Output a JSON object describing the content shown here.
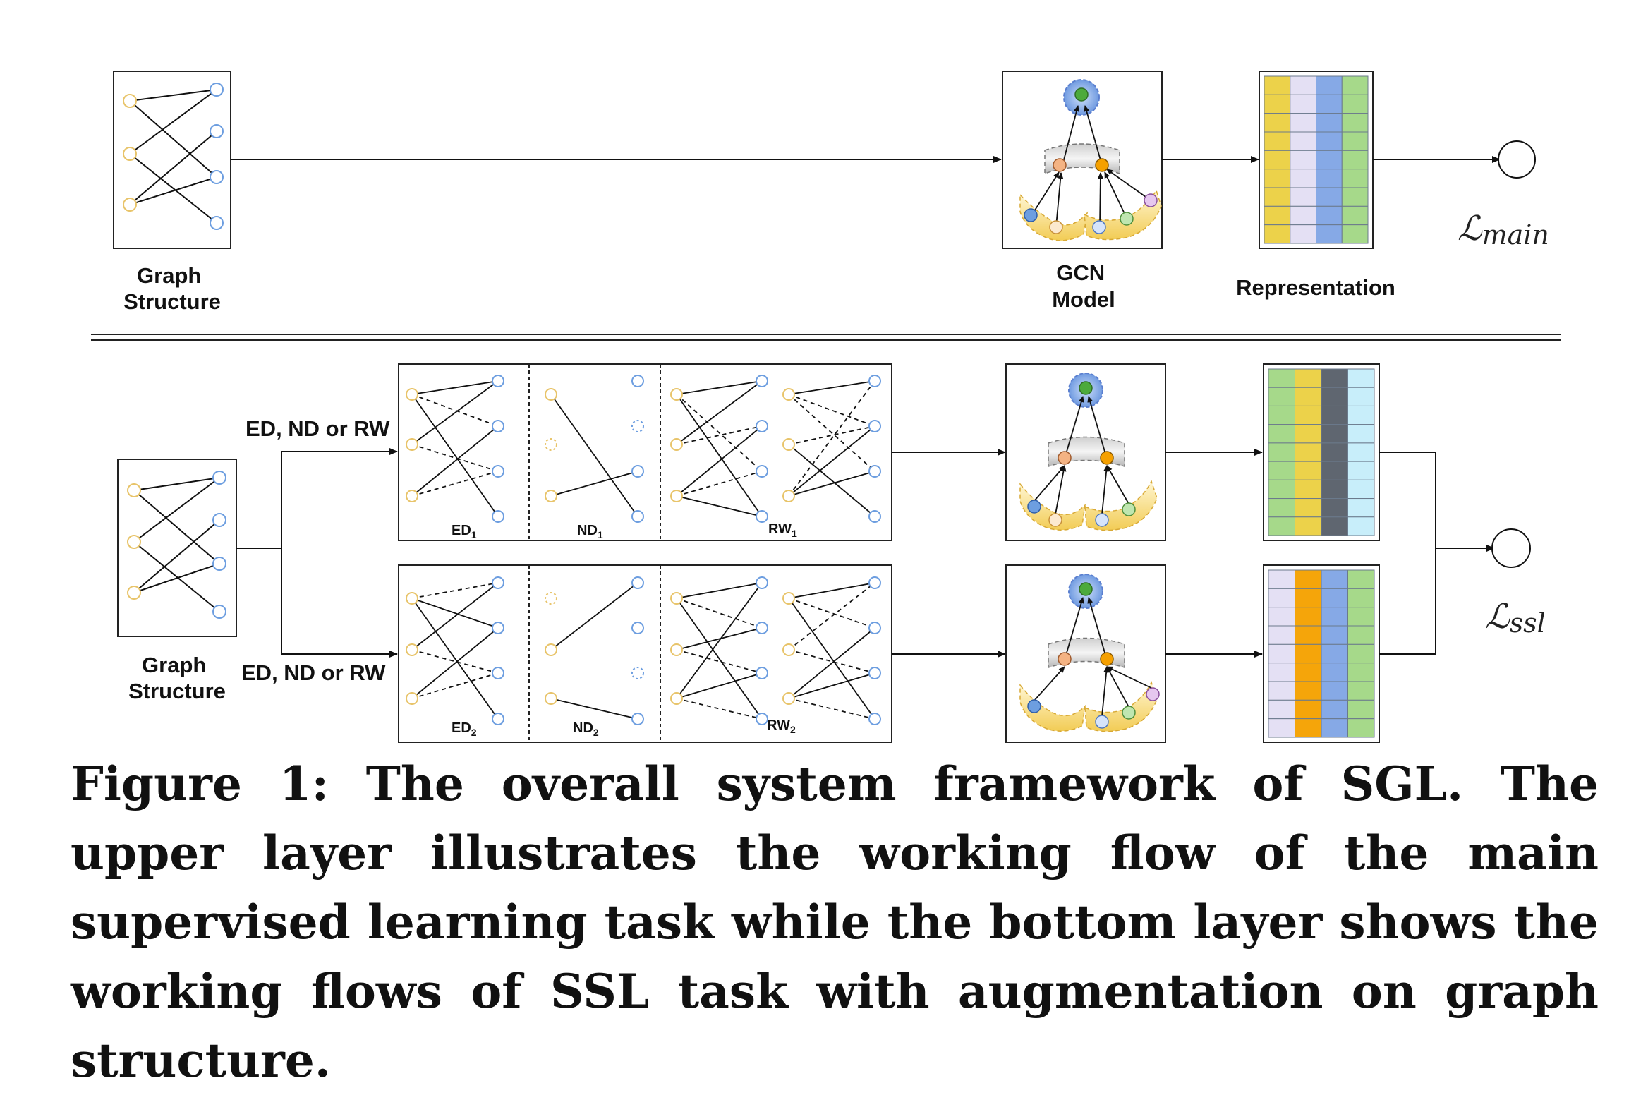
{
  "labels": {
    "top_graph": [
      "Graph",
      "Structure"
    ],
    "gcn": [
      "GCN",
      "Model"
    ],
    "representation": "Representation",
    "bottom_graph": [
      "Graph",
      "Structure"
    ],
    "aug_top": "ED, ND or RW",
    "aug_bottom": "ED, ND or RW",
    "ed1": "ED",
    "ed1_sub": "1",
    "nd1": "ND",
    "nd1_sub": "1",
    "rw1": "RW",
    "rw1_sub": "1",
    "ed2": "ED",
    "ed2_sub": "2",
    "nd2": "ND",
    "nd2_sub": "2",
    "rw2": "RW",
    "rw2_sub": "2"
  },
  "losses": {
    "main_symbol": "ℒ",
    "main_sub": "main",
    "ssl_symbol": "ℒ",
    "ssl_sub": "ssl"
  },
  "colors": {
    "user_node": "#e8c46a",
    "item_node": "#6d9ee0",
    "target_node": "#4caa3c",
    "orange_node": "#f4a261",
    "dark_orange_node": "#f5a000",
    "purple_node": "#c79ad6",
    "yellow_col": "#ecd24a",
    "lavender_col": "#e4e0f4",
    "blue_col": "#86a9e6",
    "green_col": "#a6d98a",
    "gray_col": "#5f6670",
    "cyan_col": "#c8eefa",
    "orange_col": "#f5a50a"
  },
  "caption": "Figure 1: The overall system framework of SGL. The upper layer illustrates the working flow of the main supervised learning task while the bottom layer shows the working flows of SSL task with augmentation on graph structure."
}
